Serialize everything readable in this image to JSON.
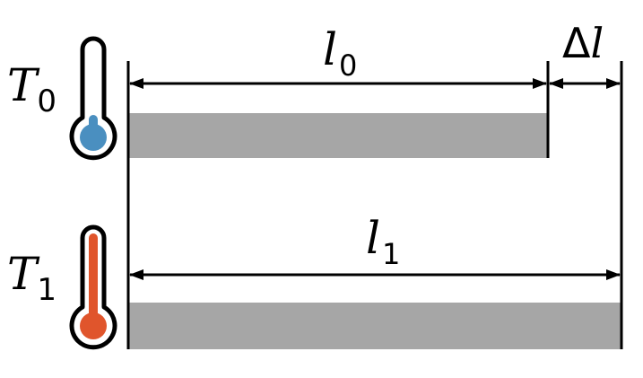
{
  "colors": {
    "rod": "#a6a6a6",
    "line": "#000000",
    "cold_bulb": "#4a8fc0",
    "hot_bulb": "#e0552c",
    "background": "#ffffff"
  },
  "labels": {
    "t0_symbol": "T",
    "t0_subscript": "0",
    "t1_symbol": "T",
    "t1_subscript": "1",
    "l0_symbol": "l",
    "l0_subscript": "0",
    "l1_symbol": "l",
    "l1_subscript": "1",
    "delta": "Δ",
    "delta_symbol": "l"
  },
  "icons": {
    "cold": "thermometer-cold-icon",
    "hot": "thermometer-hot-icon"
  }
}
